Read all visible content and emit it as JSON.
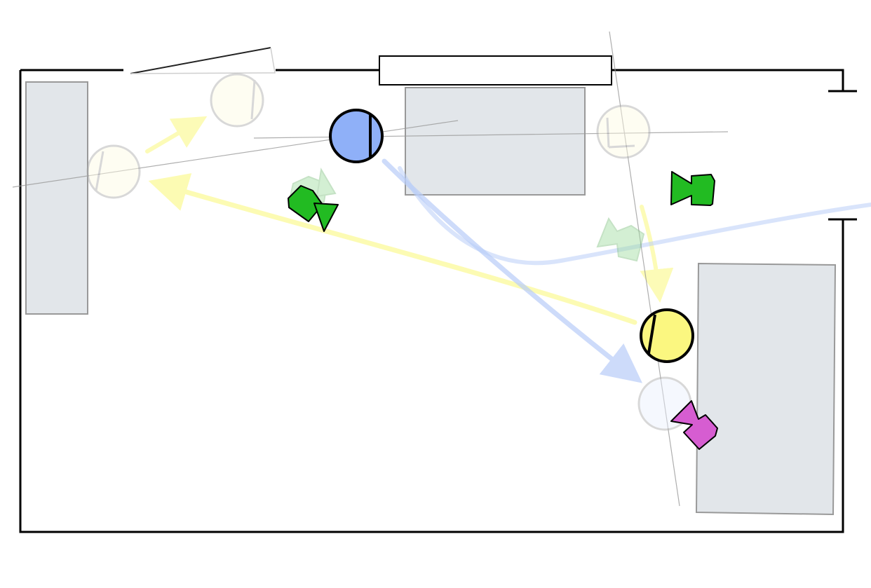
{
  "diagram": {
    "kind": "stage-blocking-floor-plan",
    "labels": [],
    "colors": {
      "wall": "#000000",
      "furniture_fill": "#e2e6ea",
      "furniture_stroke": "#999999",
      "actor_blue": "#8fb0f8",
      "actor_yellow": "#fbf780",
      "camera_green": "#22bb22",
      "camera_magenta": "#d65dd1",
      "sightline": "#999999",
      "path_yellow": "#fcfa9a",
      "path_blue": "#a9c1f6"
    },
    "actors": [
      {
        "id": "blue-actor",
        "color": "#8fb0f8",
        "state": "current"
      },
      {
        "id": "yellow-actor",
        "color": "#fbf780",
        "state": "current"
      },
      {
        "id": "yellow-ghost-1",
        "color": "#fbf780",
        "state": "previous"
      },
      {
        "id": "yellow-ghost-2",
        "color": "#fbf780",
        "state": "previous"
      },
      {
        "id": "yellow-ghost-3",
        "color": "#fbf780",
        "state": "previous"
      },
      {
        "id": "blue-ghost",
        "color": "#a9c1f6",
        "state": "previous"
      }
    ],
    "cameras": [
      {
        "id": "camera-1",
        "color": "#22bb22",
        "state": "current"
      },
      {
        "id": "camera-2",
        "color": "#22bb22",
        "state": "current"
      },
      {
        "id": "camera-3",
        "color": "#d65dd1",
        "state": "current"
      },
      {
        "id": "camera-ghost-1",
        "color": "#22bb22",
        "state": "previous"
      },
      {
        "id": "camera-ghost-2",
        "color": "#22bb22",
        "state": "previous"
      }
    ]
  }
}
